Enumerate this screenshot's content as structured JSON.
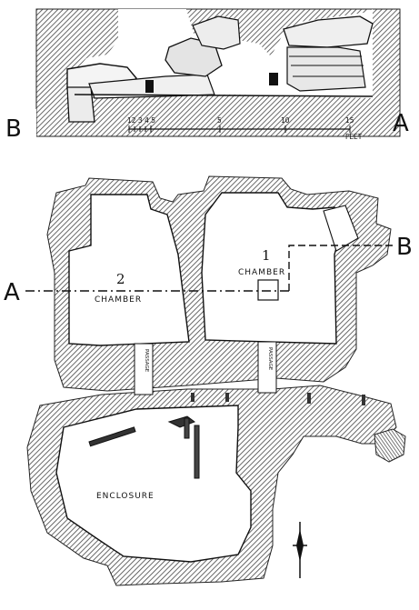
{
  "section": {
    "label_left": "B",
    "label_right": "A"
  },
  "scale": {
    "ticks": [
      "12 3 4 5",
      "5",
      "10",
      "15"
    ],
    "unit": "FEET"
  },
  "plan": {
    "section_line_a": "A",
    "section_line_b": "B",
    "chamber_1": {
      "number": "1",
      "label": "CHAMBER"
    },
    "chamber_2": {
      "number": "2",
      "label": "CHAMBER"
    },
    "passage_left": "PASSAGE",
    "passage_right": "PASSAGE",
    "enclosure": "ENCLOSURE"
  }
}
